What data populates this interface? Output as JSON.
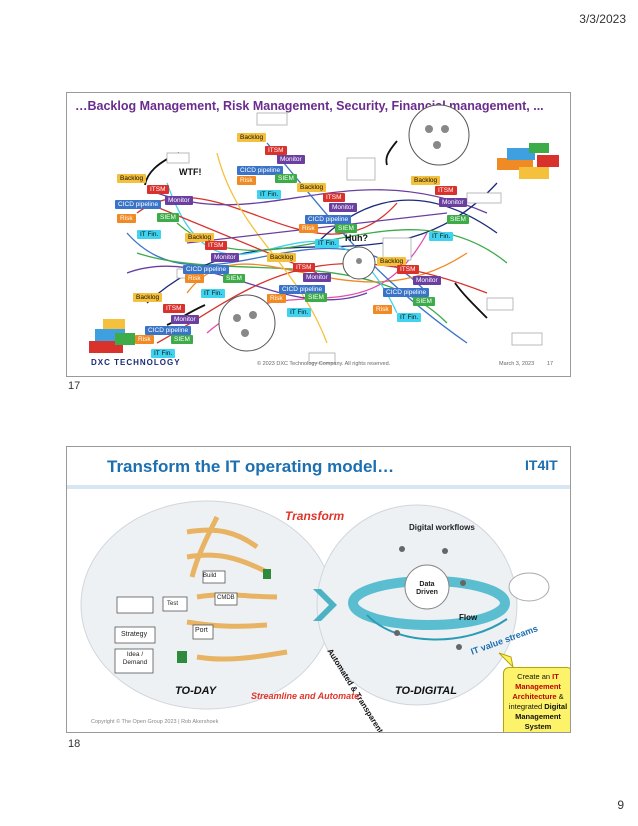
{
  "page": {
    "date": "3/3/2023",
    "number": "9"
  },
  "slide1": {
    "number": "17",
    "title": "…Backlog Management, Risk Management, Security, Financial management, ...",
    "exclaim_1": "WTF!",
    "exclaim_2": "Huh?",
    "labels": {
      "backlog": "Backlog",
      "itsm": "ITSM",
      "monitor": "Monitor",
      "cicd": "CICD pipeline",
      "risk": "Risk",
      "siem": "SIEM",
      "itfin": "IT Fin."
    },
    "footer_logo": "DXC TECHNOLOGY",
    "footer_copyright": "© 2023 DXC Technology Company. All rights reserved.",
    "footer_date": "March 3, 2023",
    "footer_num": "17"
  },
  "slide2": {
    "number": "18",
    "title": "Transform the IT operating model…",
    "logo": "IT4IT",
    "transform": "Transform",
    "digital_workflows": "Digital workflows",
    "data_driven": "Data Driven",
    "flow": "Flow",
    "value_streams": "IT value streams",
    "automated": "Automated & Transparent",
    "left_labels": {
      "build": "Build",
      "test": "Test",
      "cmdb": "CMDB",
      "port": "Port",
      "strategy": "Strategy",
      "idea": "Idea / Demand"
    },
    "today": "TO-DAY",
    "streamline": "Streamline and Automate",
    "todigital": "TO-DIGITAL",
    "callout": {
      "line1": "Create an ",
      "b1": "IT",
      "line2": "Management",
      "line3": "Architecture",
      "line3b": " &",
      "line4": "integrated ",
      "b4": "Digital",
      "line5": "Management System"
    },
    "copyright": "Copyright © The Open Group 2023 | Rob Akershoek"
  },
  "colors": {
    "title_purple": "#6a2c8e",
    "title_blue": "#1c6fb0",
    "transform_red": "#e0342a"
  }
}
